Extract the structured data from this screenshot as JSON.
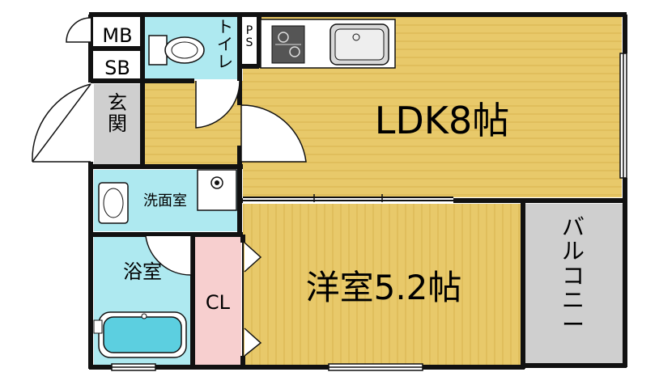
{
  "rooms": {
    "ldk": "LDK8帖",
    "western": "洋室5.2帖",
    "toilet": "トイレ",
    "entrance": "玄関",
    "washroom": "洗面室",
    "bath": "浴室",
    "closet": "CL",
    "balcony": "バルコニー",
    "mb": "MB",
    "sb": "SB",
    "ps": "PS"
  },
  "colors": {
    "floor_wood": "#e8c96a",
    "floor_stripe": "#d7b24e",
    "wet_area": "#aee9f0",
    "entrance": "#cfcfcf",
    "closet": "#f7cfcf",
    "balcony": "#cfcfcf",
    "wall": "#111111"
  }
}
